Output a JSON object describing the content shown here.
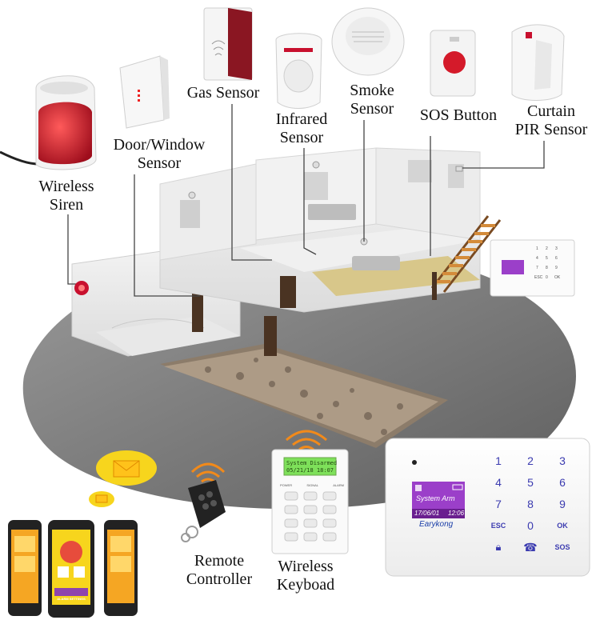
{
  "labels": {
    "wireless_siren": [
      "Wireless",
      "Siren"
    ],
    "door_window_sensor": [
      "Door/Window",
      "Sensor"
    ],
    "gas_sensor": "Gas Sensor",
    "infrared_sensor": [
      "Infrared",
      "Sensor"
    ],
    "smoke_sensor": [
      "Smoke",
      "Sensor"
    ],
    "sos_button": "SOS Button",
    "curtain_pir_sensor": [
      "Curtain",
      "PIR Sensor"
    ],
    "remote_controller": [
      "Remote",
      "Controller"
    ],
    "wireless_keyboad": [
      "Wireless",
      "Keyboad"
    ]
  },
  "alarm_panel": {
    "screen_line1": "System Arm",
    "screen_date": "17/06/01",
    "screen_time": "12:06",
    "brand": "Earykong",
    "keys": [
      "1",
      "2",
      "3",
      "4",
      "5",
      "6",
      "7",
      "8",
      "9",
      "ESC",
      "0",
      "OK",
      "lock",
      "phone",
      "SOS"
    ]
  },
  "keyboard": {
    "lcd_line1": "System Disarmed",
    "lcd_line2": "05/21/18  18:07",
    "indicators": [
      "POWER",
      "SIGNAL",
      "ALARM"
    ]
  },
  "phones": {
    "footer_text": "ALARM SETTINGS"
  },
  "colors": {
    "screen_purple": "#9b3fc9",
    "keyboard_lcd": "#7ee05a",
    "siren_red": "#c8102e",
    "wifi_orange": "#f28a1a",
    "envelope_yellow": "#f7d51d"
  }
}
